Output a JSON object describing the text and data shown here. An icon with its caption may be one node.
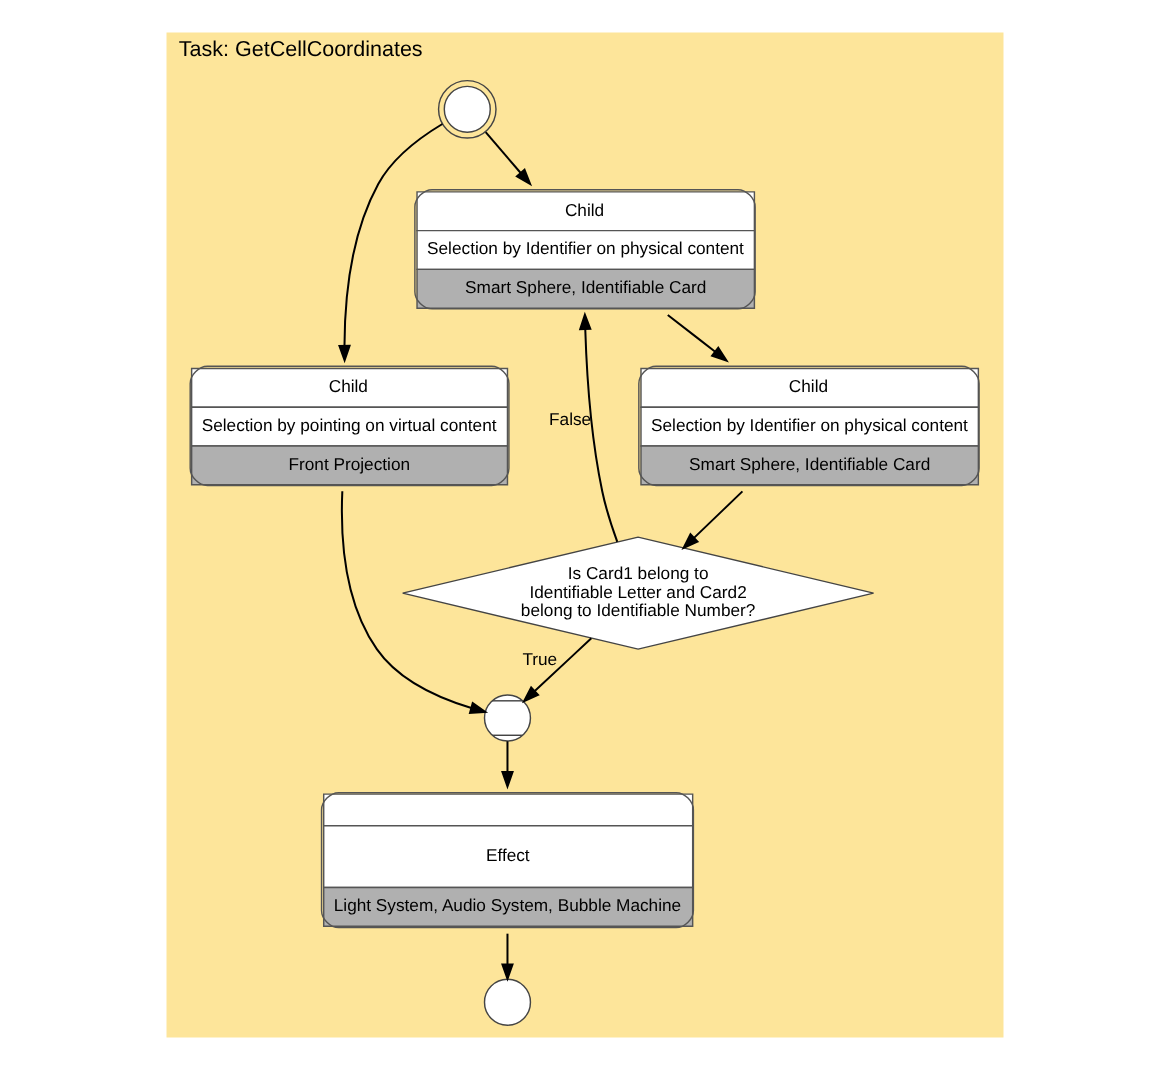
{
  "diagram": {
    "nodes": [
      {
        "text": [
          "Task: GetCellCoordinates"
        ]
      },
      {
        "text": [],
        "shape": "circle",
        "in": 0
      },
      {
        "text": [
          "Child",
          "Selection by pointing on virtual content",
          "Front Projection"
        ],
        "in": 0
      },
      {
        "text": [
          "Is Card1 belong to Identifiable Letter and Card2 belong to Identifiable Number?"
        ],
        "in": 0
      },
      {
        "text": [
          "Child",
          "Selection by Identifier on physical content",
          "Smart Sphere, Identifiable Card"
        ],
        "in": 0
      },
      {
        "text": [
          "Child",
          "Selection by Identifier on physical content",
          "Smart Sphere, Identifiable Card"
        ],
        "in": 0
      },
      {
        "text": [],
        "shape": "circle",
        "in": 0
      },
      {
        "text": [
          "Effect",
          "Light System, Audio System, Bubble Machine"
        ],
        "in": 0
      },
      {
        "text": [],
        "shape": "circle",
        "in": 0
      }
    ],
    "edges": [
      {
        "from": 1,
        "to": 2,
        "arrow": "to"
      },
      {
        "from": 1,
        "to": 4,
        "arrow": "to"
      },
      {
        "from": 2,
        "to": 6,
        "arrow": "to"
      },
      {
        "from": 3,
        "to": 4,
        "arrow": "to",
        "label": "False"
      },
      {
        "from": 3,
        "to": 6,
        "arrow": "to",
        "label": "True"
      },
      {
        "from": 4,
        "to": 5,
        "arrow": "to"
      },
      {
        "from": 5,
        "to": 3,
        "arrow": "to"
      },
      {
        "from": 6,
        "to": 7,
        "arrow": "to"
      },
      {
        "from": 7,
        "to": 8,
        "arrow": "to"
      }
    ]
  }
}
